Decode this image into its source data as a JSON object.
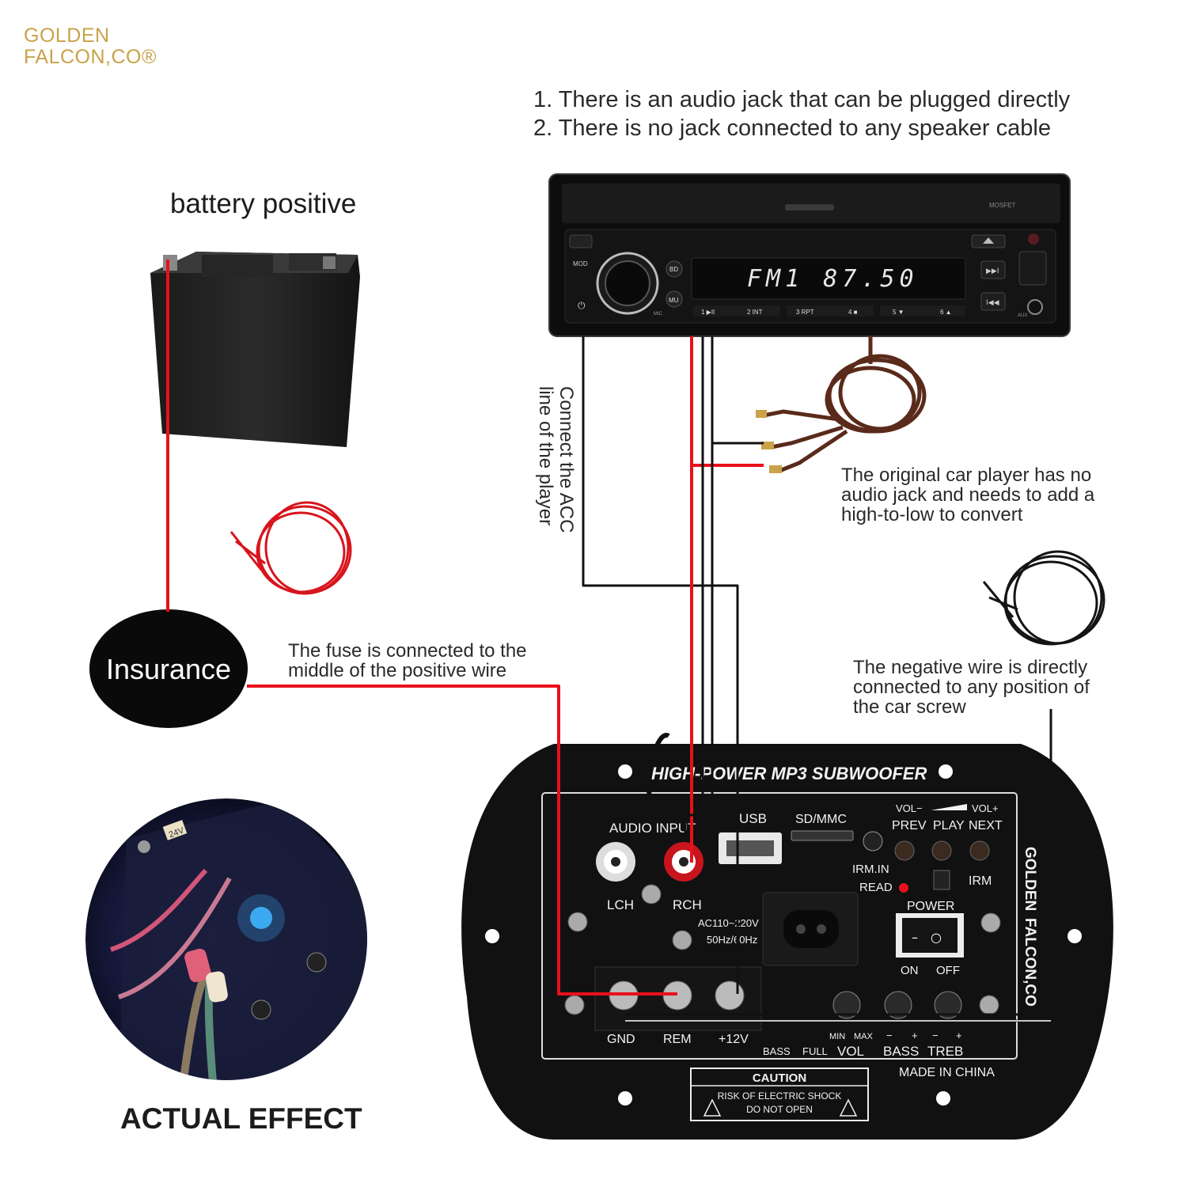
{
  "brand": {
    "line1": "GOLDEN",
    "line2": "FALCON,CO®"
  },
  "notes": {
    "jack_direct": "1. There is an audio jack that can be plugged directly",
    "no_jack": "2. There is no jack connected to any speaker cable",
    "battery_positive": "battery positive",
    "acc_line1": "Connect the ACC",
    "acc_line2": "line of the player",
    "original_player_1": "The original car player has no",
    "original_player_2": "audio jack and needs to add a",
    "original_player_3": "high-to-low to convert",
    "fuse_1": "The fuse is connected to the",
    "fuse_2": "middle of the positive wire",
    "negative_1": "The negative wire is directly",
    "negative_2": "connected to any position of",
    "negative_3": "the car screw",
    "insurance": "Insurance",
    "actual_effect": "ACTUAL EFFECT"
  },
  "head_unit": {
    "display": "FM1  87.50",
    "brand_label": "MOSFET",
    "mod": "MOD",
    "bd": "BD",
    "mu": "MU",
    "mic": "MIC",
    "aux": "AUX",
    "presets": [
      "1 ▶II",
      "2 INT",
      "3 RPT",
      "4 ■",
      "5 ▼",
      "6 ▲"
    ]
  },
  "board": {
    "title": "HIGH-POWER MP3 SUBWOOFER",
    "audio_input": "AUDIO INPUT",
    "usb": "USB",
    "sdmmc": "SD/MMC",
    "vol_minus": "VOL−",
    "vol_plus": "VOL+",
    "prev": "PREV",
    "play": "PLAY",
    "next": "NEXT",
    "irm_in": "IRM.IN",
    "read": "READ",
    "irm": "IRM",
    "lch": "LCH",
    "rch": "RCH",
    "ac1": "AC110~220V",
    "ac2": "50Hz/60Hz",
    "power": "POWER",
    "on": "ON",
    "off": "OFF",
    "gnd": "GND",
    "rem": "REM",
    "v12": "+12V",
    "bass_sw": "BASS",
    "full_sw": "FULL",
    "min": "MIN",
    "max": "MAX",
    "vol": "VOL",
    "bass": "BASS",
    "treb": "TREB",
    "minus": "−",
    "plus": "+",
    "made_in": "MADE IN CHINA",
    "side_brand_1": "GOLDEN",
    "side_brand_2": "FALCON,CO",
    "caution": "CAUTION",
    "risk": "RISK OF ELECTRIC SHOCK",
    "do_not_open": "DO NOT OPEN"
  },
  "photo": {
    "badge": "24V"
  },
  "colors": {
    "wire_red": "#e8101a",
    "wire_black": "#111111",
    "brand_gold": "#c9a24a",
    "board_black": "#111111"
  }
}
